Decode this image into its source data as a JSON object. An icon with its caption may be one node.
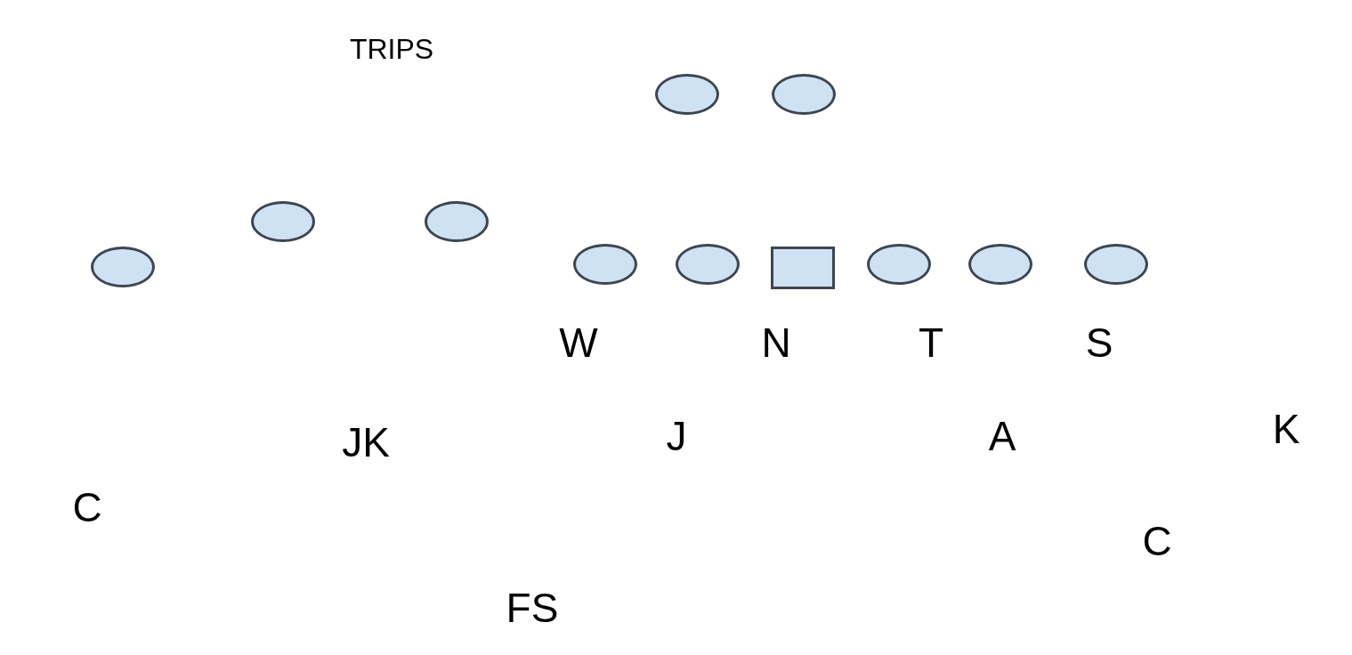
{
  "diagram": {
    "nodes": [
      {
        "text": [],
        "shape": "circle"
      },
      {
        "text": [],
        "shape": "circle"
      },
      {
        "text": [],
        "shape": "circle"
      },
      {
        "text": [],
        "shape": "circle"
      },
      {
        "text": [],
        "shape": "circle"
      },
      {
        "text": [],
        "shape": "circle"
      },
      {
        "text": [],
        "shape": "circle"
      },
      {
        "text": [],
        "shape": "box"
      },
      {
        "text": [],
        "shape": "circle"
      },
      {
        "text": [],
        "shape": "circle"
      },
      {
        "text": [],
        "shape": "circle"
      }
    ],
    "labels": [
      "TRIPS",
      "W",
      "N",
      "T",
      "S",
      "K",
      "J",
      "A",
      "JK",
      "C",
      "C",
      "FS"
    ]
  }
}
